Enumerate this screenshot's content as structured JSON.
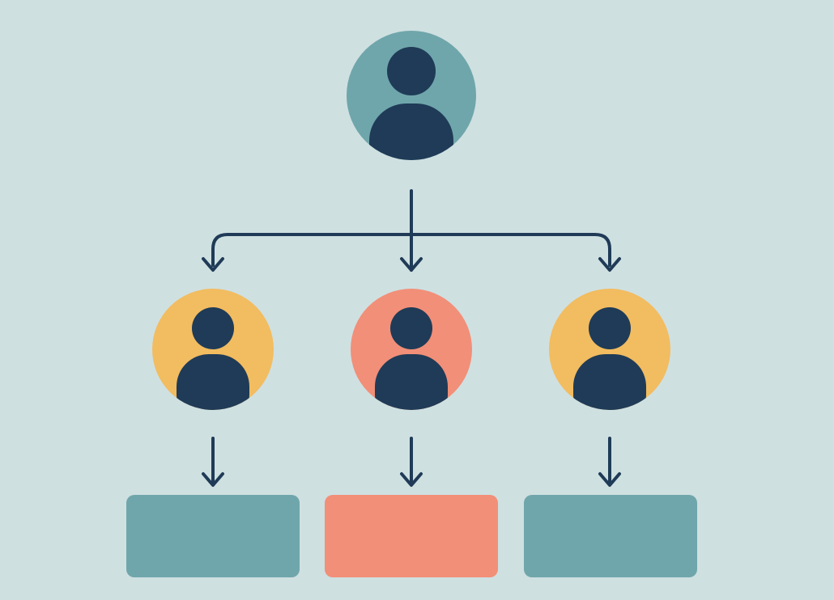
{
  "colors": {
    "background": "#cfe0e1",
    "figure": "#1f3b57",
    "connector": "#1f3b57",
    "top_node": "#6fa6ab",
    "yellow_node": "#f2bc60",
    "salmon_node": "#f28f78",
    "teal_box": "#6fa6ab",
    "salmon_box": "#f28f78"
  },
  "nodes": [
    {
      "id": "top",
      "icon": "person-icon",
      "color": "#6fa6ab"
    },
    {
      "id": "left",
      "icon": "person-icon",
      "color": "#f2bc60"
    },
    {
      "id": "center",
      "icon": "person-icon",
      "color": "#f28f78"
    },
    {
      "id": "right",
      "icon": "person-icon",
      "color": "#f2bc60"
    }
  ],
  "boxes": [
    {
      "id": "left-box",
      "color": "#6fa6ab"
    },
    {
      "id": "center-box",
      "color": "#f28f78"
    },
    {
      "id": "right-box",
      "color": "#6fa6ab"
    }
  ]
}
